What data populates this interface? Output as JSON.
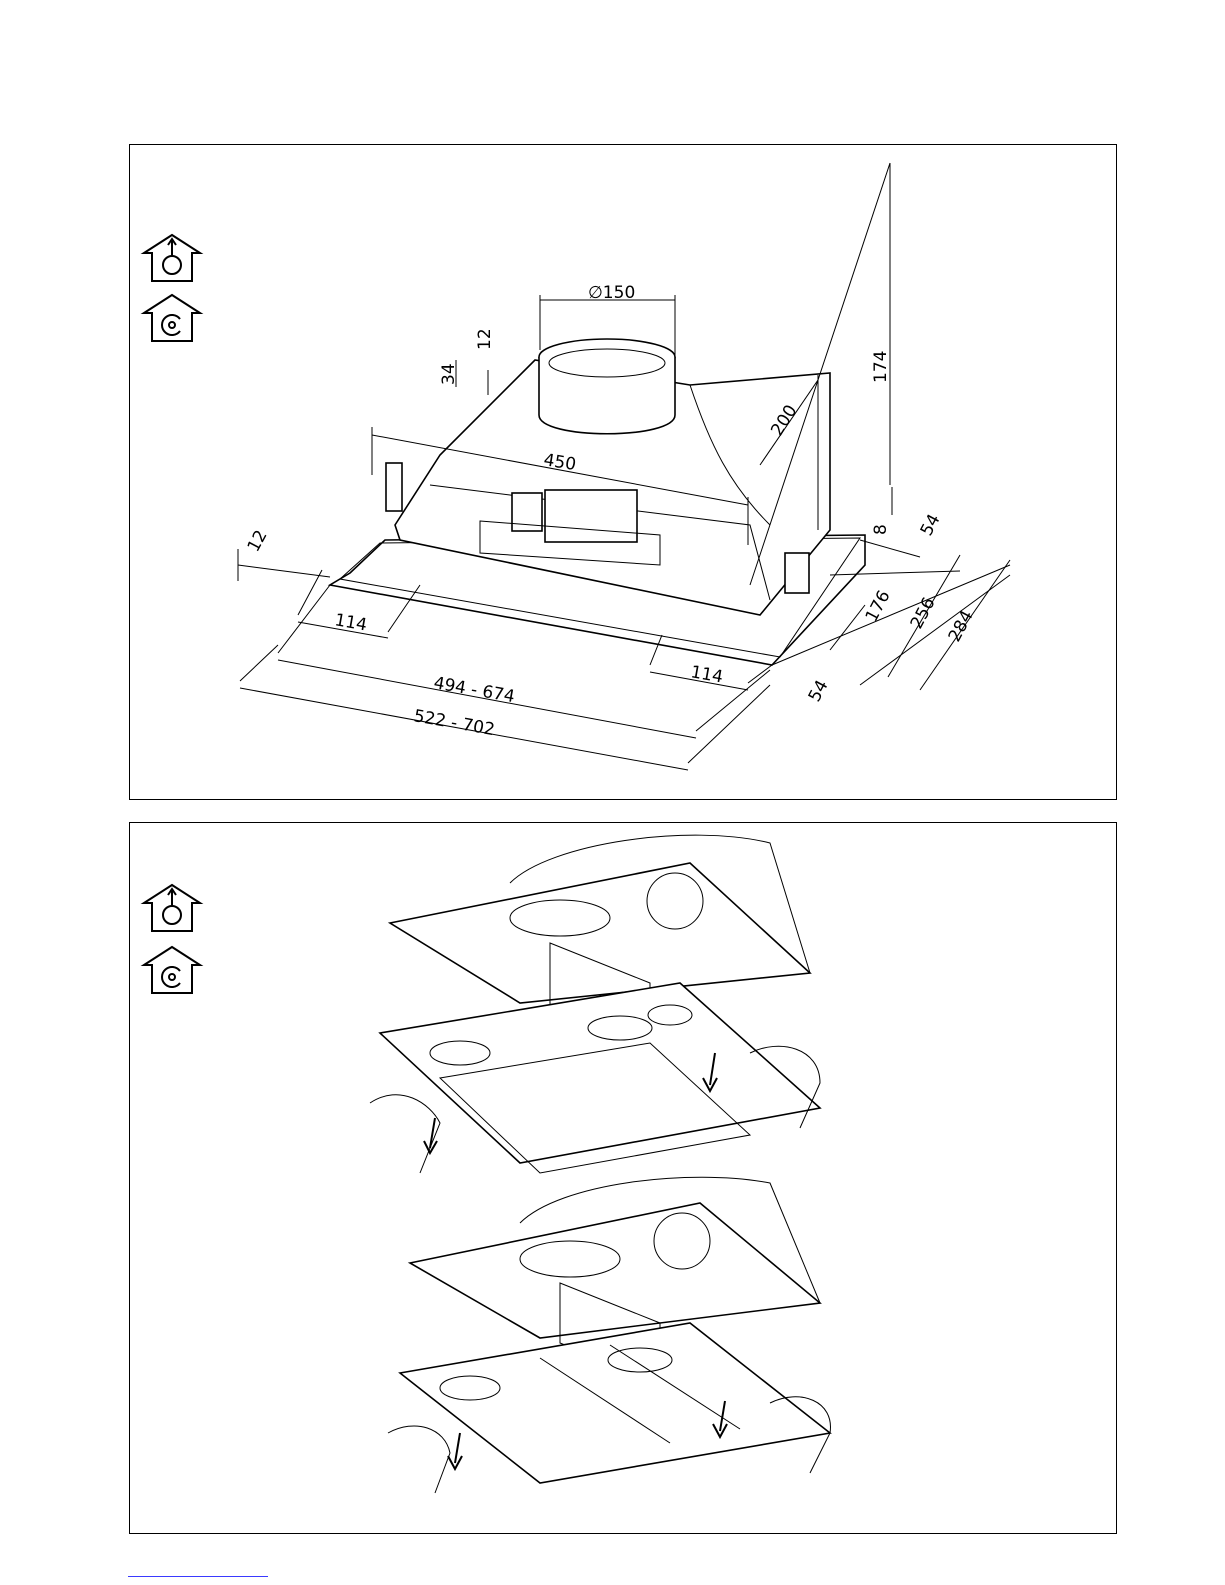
{
  "icons": {
    "top": [
      "ducted-extraction-icon",
      "recirculation-icon"
    ],
    "bottom": [
      "ducted-extraction-icon",
      "recirculation-icon"
    ]
  },
  "dimensions": {
    "duct_diameter": "∅150",
    "d12_top": "12",
    "d34": "34",
    "d450": "450",
    "d200": "200",
    "d174": "174",
    "d8": "8",
    "d54_top": "54",
    "d12_left": "12",
    "d114_left": "114",
    "d114_right": "114",
    "d176": "176",
    "d256": "256",
    "d284": "284",
    "d54_bottom": "54",
    "d494_674": "494  -  674",
    "d522_702": "522  -  702"
  }
}
